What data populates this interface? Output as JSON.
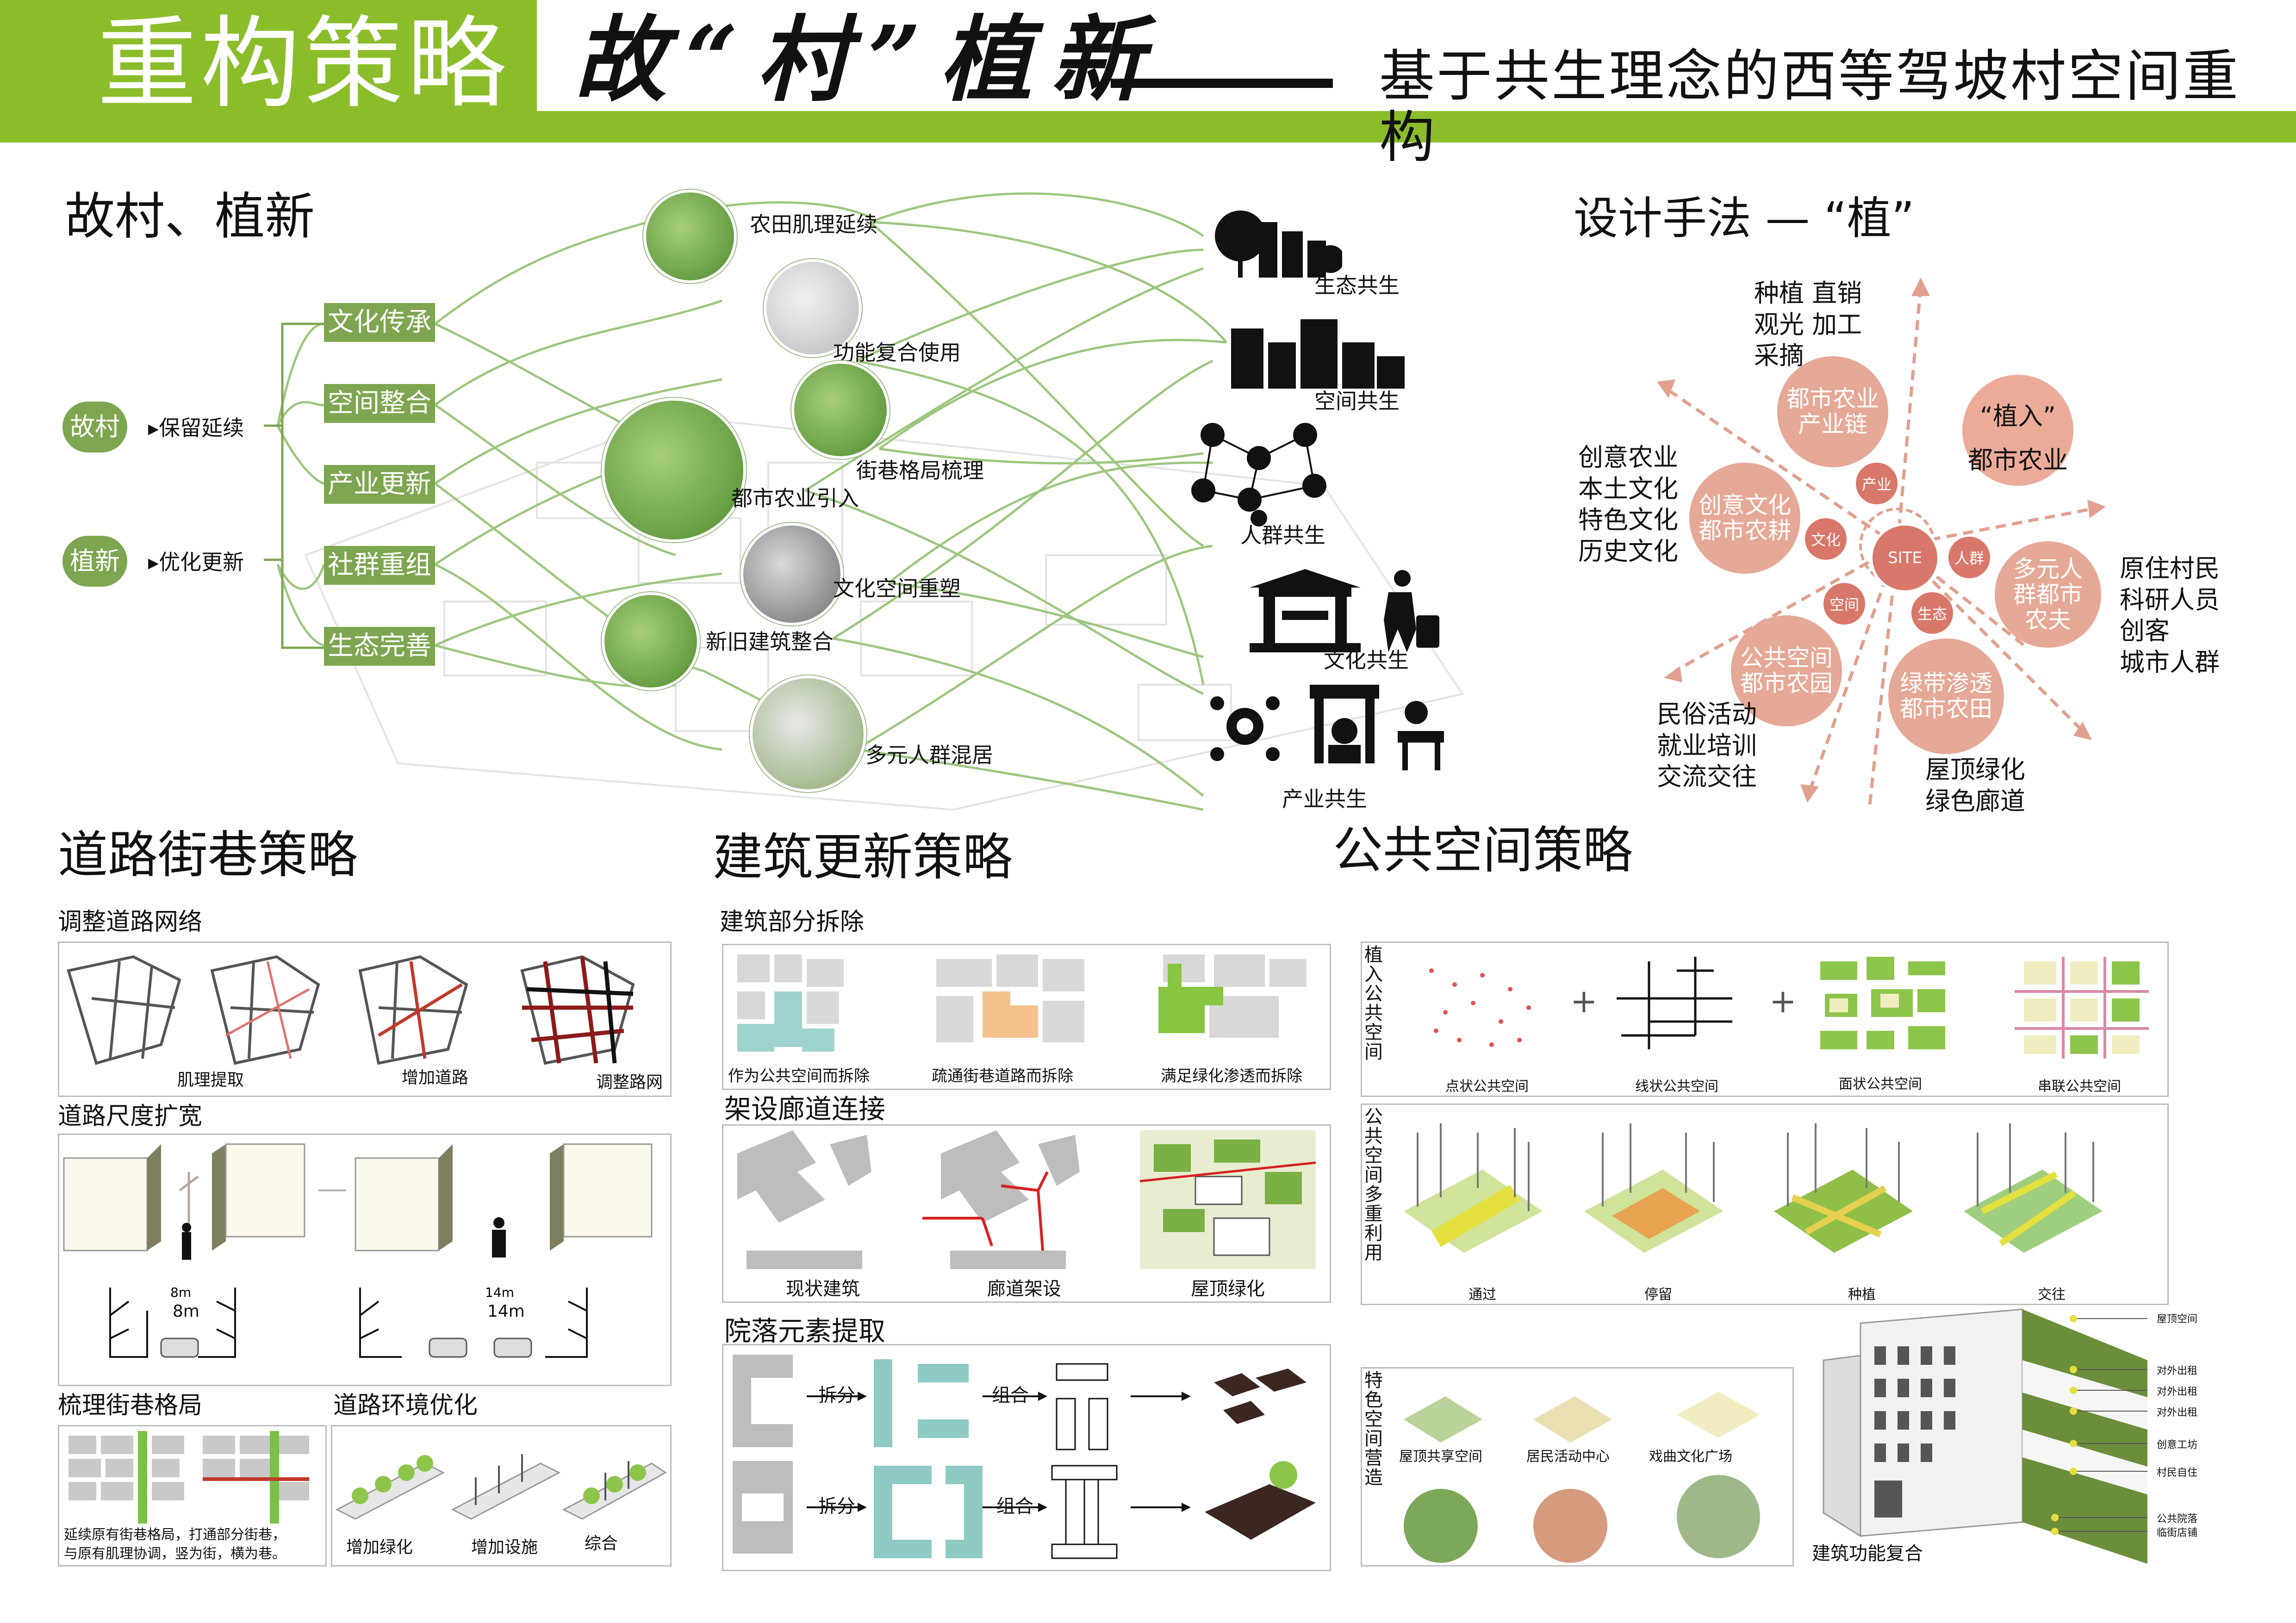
{
  "header": {
    "title": "重构策略",
    "calligraphy": "故“村”植新",
    "subtitle": "基于共生理念的西等驾坡村空间重构"
  },
  "section1": {
    "title": "故村、植新",
    "left_tags": [
      "故村",
      "植新"
    ],
    "left_labels": [
      "保留延续",
      "优化更新"
    ],
    "pills": [
      "文化传承",
      "空间整合",
      "产业更新",
      "社群重组",
      "生态完善"
    ],
    "middle": [
      "农田肌理延续",
      "功能复合使用",
      "街巷格局梳理",
      "都市农业引入",
      "文化空间重塑",
      "新旧建筑整合",
      "多元人群混居"
    ],
    "right": [
      "生态共生",
      "空间共生",
      "人群共生",
      "文化共生",
      "产业共生"
    ]
  },
  "section2": {
    "title": "设计手法 — “植”",
    "site": "SITE",
    "inner": [
      "文化",
      "产业",
      "人群",
      "生态",
      "空间"
    ],
    "bubbles": [
      "都市农业产业链",
      "创意文化都市农耕",
      "多元人群都市农夫",
      "公共空间都市农园",
      "绿带渗透都市农田"
    ],
    "plant_title": "“植入”",
    "plant_sub": "都市农业",
    "text_groups": [
      [
        "种植 直销",
        "观光 加工",
        "采摘"
      ],
      [
        "创意农业",
        "本土文化",
        "特色文化",
        "历史文化"
      ],
      [
        "原住村民",
        "科研人员",
        "创客",
        "城市人群"
      ],
      [
        "民俗活动",
        "就业培训",
        "交流交往"
      ],
      [
        "屋顶绿化",
        "绿色廊道"
      ]
    ]
  },
  "roads": {
    "title": "道路街巷策略",
    "sub1": "调整道路网络",
    "sub1_captions": [
      "肌理提取",
      "增加道路",
      "调整路网"
    ],
    "sub2": "道路尺度扩宽",
    "widths": [
      "8m",
      "14m"
    ],
    "sub3": "梳理街巷格局",
    "sub3_text": [
      "延续原有街巷格局，打通部分街巷，",
      "与原有肌理协调，竖为街，横为巷。"
    ],
    "sub4": "道路环境优化",
    "sub4_captions": [
      "增加绿化",
      "增加设施",
      "综合"
    ]
  },
  "buildings": {
    "title": "建筑更新策略",
    "sub1": "建筑部分拆除",
    "sub1_captions": [
      "作为公共空间而拆除",
      "疏通街巷道路而拆除",
      "满足绿化渗透而拆除"
    ],
    "sub2": "架设廊道连接",
    "sub2_captions": [
      "现状建筑",
      "廊道架设",
      "屋顶绿化"
    ],
    "sub3": "院落元素提取",
    "arrows": [
      "拆分",
      "组合",
      "拆分",
      "组合"
    ]
  },
  "public": {
    "title": "公共空间策略",
    "side1": "植入公共空间",
    "row1_captions": [
      "点状公共空间",
      "线状公共空间",
      "面状公共空间",
      "串联公共空间"
    ],
    "side2": "公共空间多重利用",
    "row2_captions": [
      "通过",
      "停留",
      "种植",
      "交往"
    ],
    "side3": "特色空间营造",
    "row3_captions": [
      "屋顶共享空间",
      "居民活动中心",
      "戏曲文化广场"
    ],
    "building_caption": "建筑功能复合",
    "building_labels": [
      "屋顶空间",
      "对外出租",
      "对外出租",
      "对外出租",
      "创意工坊",
      "村民自住",
      "公共院落",
      "临街店铺"
    ]
  },
  "colors": {
    "accent": "#8bbd2a",
    "pill": "#7ea651",
    "bubble": "#e39a87",
    "inner": "#d8786a",
    "arrow": "#e1a08e"
  }
}
